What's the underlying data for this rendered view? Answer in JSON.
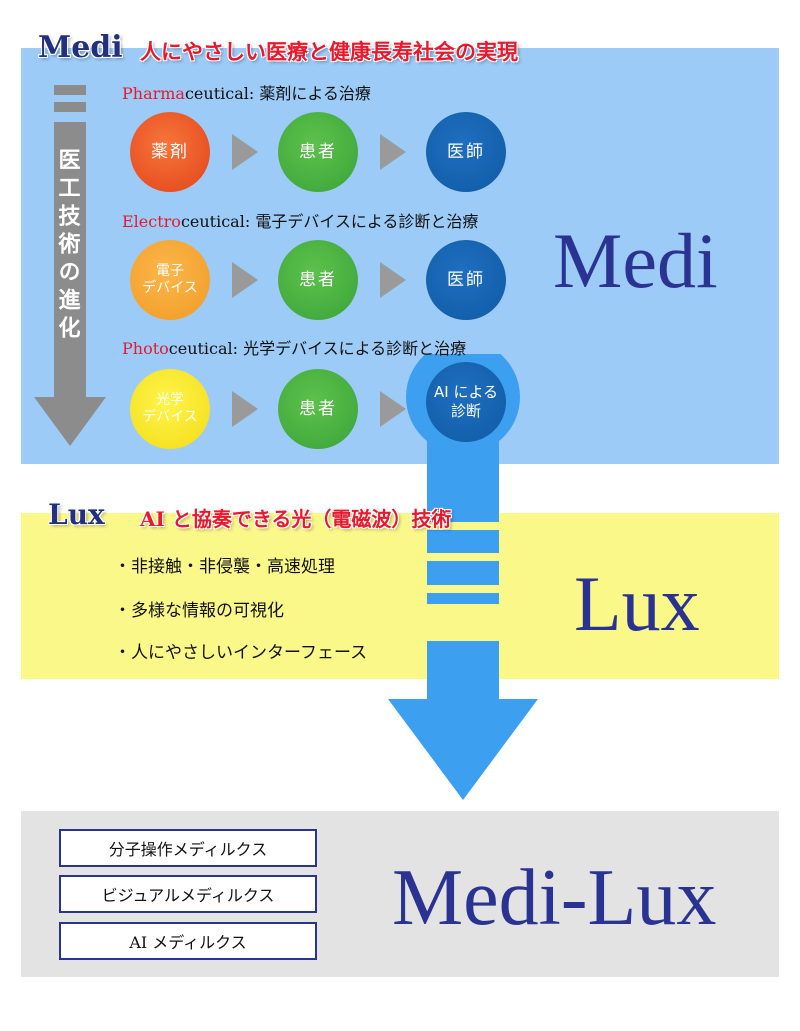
{
  "medi": {
    "heading": "Medi",
    "subheading": "人にやさしい医療と健康長寿社会の実現",
    "big_label": "Medi",
    "evolution_label": "医工技術の進化",
    "rows": [
      {
        "label_highlight": "Pharma",
        "label_rest": "ceutical: 薬剤による治療",
        "nodes": [
          "薬剤",
          "患者",
          "医師"
        ]
      },
      {
        "label_highlight": "Electro",
        "label_rest": "ceutical: 電子デバイスによる診断と治療",
        "nodes": [
          "電子\nデバイス",
          "患者",
          "医師"
        ]
      },
      {
        "label_highlight": "Photo",
        "label_rest": "ceutical: 光学デバイスによる診断と治療",
        "nodes": [
          "光学\nデバイス",
          "患者",
          "AI による\n診断"
        ]
      }
    ]
  },
  "lux": {
    "heading": "Lux",
    "subheading": "AI と協奏できる光（電磁波）技術",
    "big_label": "Lux",
    "bullets": [
      "・非接触・非侵襲・高速処理",
      "・多様な情報の可視化",
      "・人にやさしいインターフェース"
    ]
  },
  "medilux": {
    "big_label": "Medi-Lux",
    "boxes": [
      "分子操作メディルクス",
      "ビジュアルメディルクス",
      "AI メディルクス"
    ]
  },
  "colors": {
    "medi_bg": "#9ccbf7",
    "lux_bg": "#fbf88a",
    "medilux_bg": "#e3e3e3",
    "title_navy": "#23307f",
    "accent_red": "#e8192c",
    "flow_arrow_blue": "#3d9ff0"
  }
}
